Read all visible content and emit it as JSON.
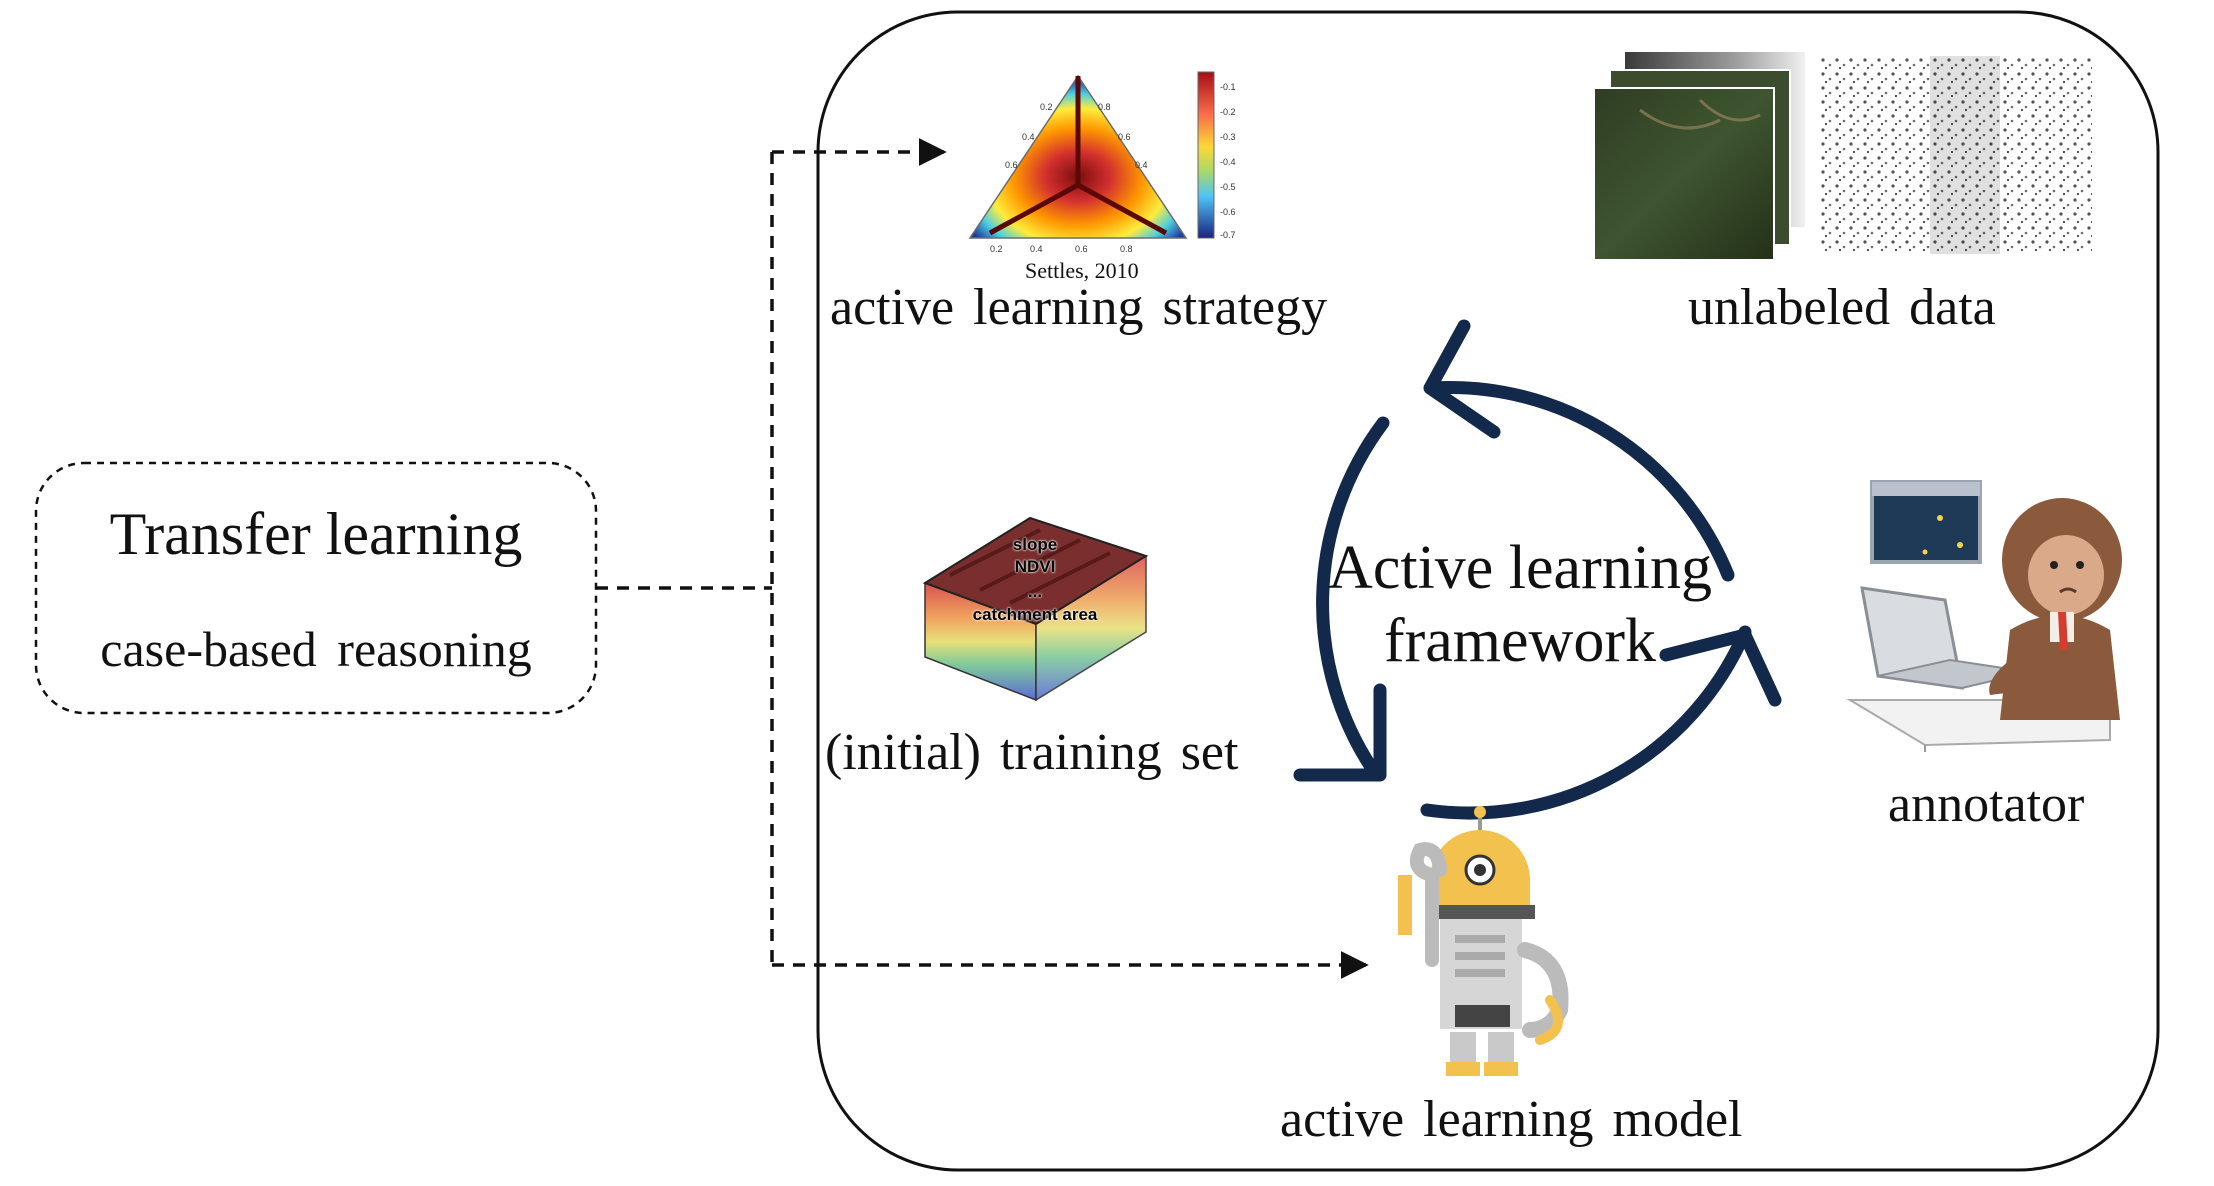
{
  "transfer_learning": {
    "title": "Transfer learning",
    "subtitle": "case-based reasoning"
  },
  "framework": {
    "line1": "Active learning",
    "line2": "framework"
  },
  "nodes": {
    "strategy": "active learning strategy",
    "strategy_citation": "Settles, 2010",
    "unlabeled": "unlabeled data",
    "training": "(initial) training set",
    "annotator": "annotator",
    "model": "active learning model"
  },
  "cube_labels": [
    "slope",
    "NDVI",
    "...",
    "catchment area"
  ],
  "colors": {
    "cycle_arrows": "#13294b",
    "dashed_lines": "#111111",
    "robot_accent": "#f2c14e",
    "robot_gray": "#d6d6d6",
    "annotator_fur": "#8b5a3c"
  }
}
